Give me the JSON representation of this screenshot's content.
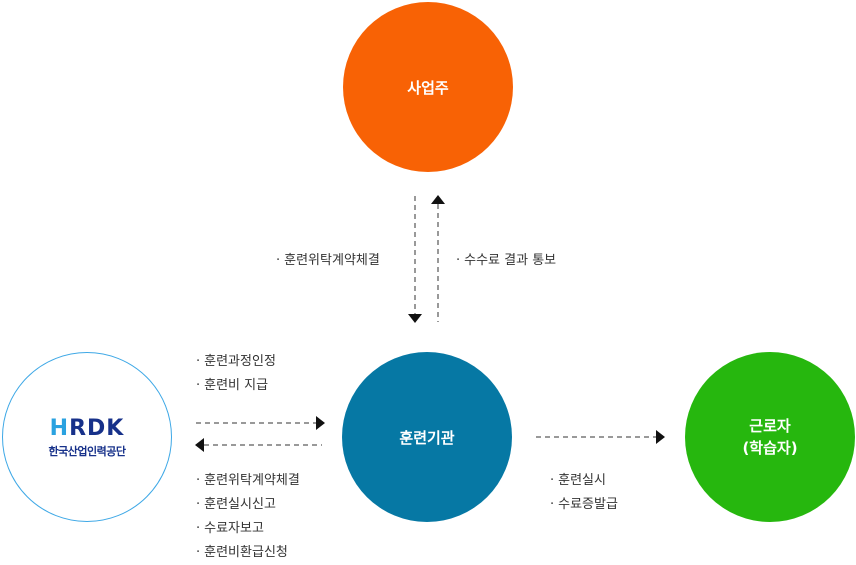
{
  "nodes": {
    "employer": "사업주",
    "institution": "훈련기관",
    "worker_line1": "근로자",
    "worker_line2": "(학습자)",
    "hrdk_logo": "HRDK",
    "hrdk_name": "한국산업인력공단"
  },
  "labels": {
    "employer_to_institution": [
      "훈련위탁계약체결"
    ],
    "institution_to_employer": [
      "수수료 결과 통보"
    ],
    "hrdk_to_institution": [
      "훈련과정인정",
      "훈련비 지급"
    ],
    "institution_to_hrdk": [
      "훈련위탁계약체결",
      "훈련실시신고",
      "수료자보고",
      "훈련비환급신청"
    ],
    "institution_to_worker": [
      "훈련실시",
      "수료증발급"
    ]
  },
  "bullet": "·",
  "colors": {
    "employer": "#f86205",
    "institution": "#0678a4",
    "worker": "#26b70e",
    "hrdk_border": "#3ea8e6"
  }
}
